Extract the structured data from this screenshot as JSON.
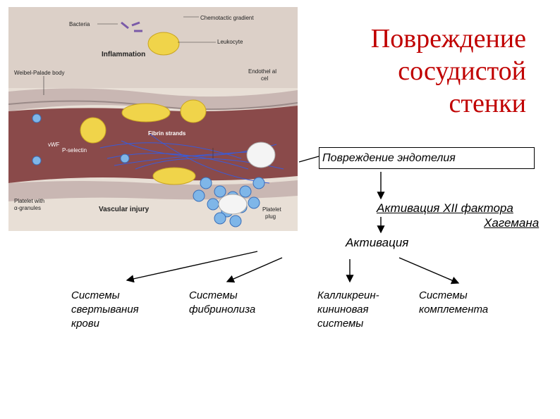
{
  "title": {
    "line1": "Повреждение",
    "line2": "сосудистой",
    "line3": "стенки"
  },
  "illustration": {
    "labels": {
      "bacteria": "Bacteria",
      "chemotactic": "Chemotactic gradient",
      "leukocyte": "Leukocyte",
      "inflammation": "Inflammation",
      "weibel": "Weibel-Palade body",
      "endothelial1": "Endothel al",
      "endothelial2": "cel",
      "fibrin": "Fibrin strands",
      "vwf": "vWF",
      "pselectin": "P-selectin",
      "platelet1": "Platelet with",
      "platelet2": "α-granules",
      "vascular": "Vascular injury",
      "plug1": "Platelet",
      "plug2": "plug"
    }
  },
  "flow": {
    "box": "Повреждение эндотелия",
    "xii_line1": "Активация XII фактора",
    "xii_line2": "Хагемана",
    "activation": "Активация"
  },
  "systems": [
    {
      "l1": "Системы",
      "l2": "свертывания",
      "l3": "крови"
    },
    {
      "l1": "Системы",
      "l2": "фибринолиза",
      "l3": ""
    },
    {
      "l1": "Калликреин-",
      "l2": "кининовая",
      "l3": "системы"
    },
    {
      "l1": "Системы",
      "l2": "комплемента",
      "l3": ""
    }
  ]
}
